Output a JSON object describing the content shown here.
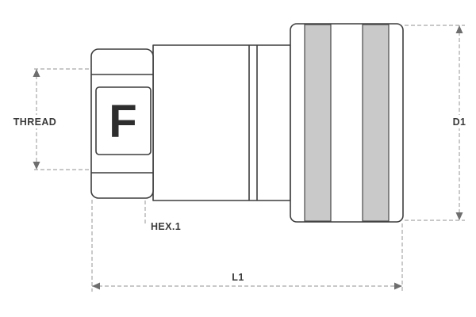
{
  "diagram": {
    "logo_letter": "F",
    "dimensions": {
      "thread_label": "THREAD",
      "diameter_label": "D1",
      "hex_label": "HEX.1",
      "length_label": "L1"
    },
    "colors": {
      "outline": "#3d3d3d",
      "dimension_line": "#a6a6a6",
      "label_text": "#3a3a3a",
      "band_fill": "#c9c9c9",
      "background": "#ffffff"
    }
  }
}
